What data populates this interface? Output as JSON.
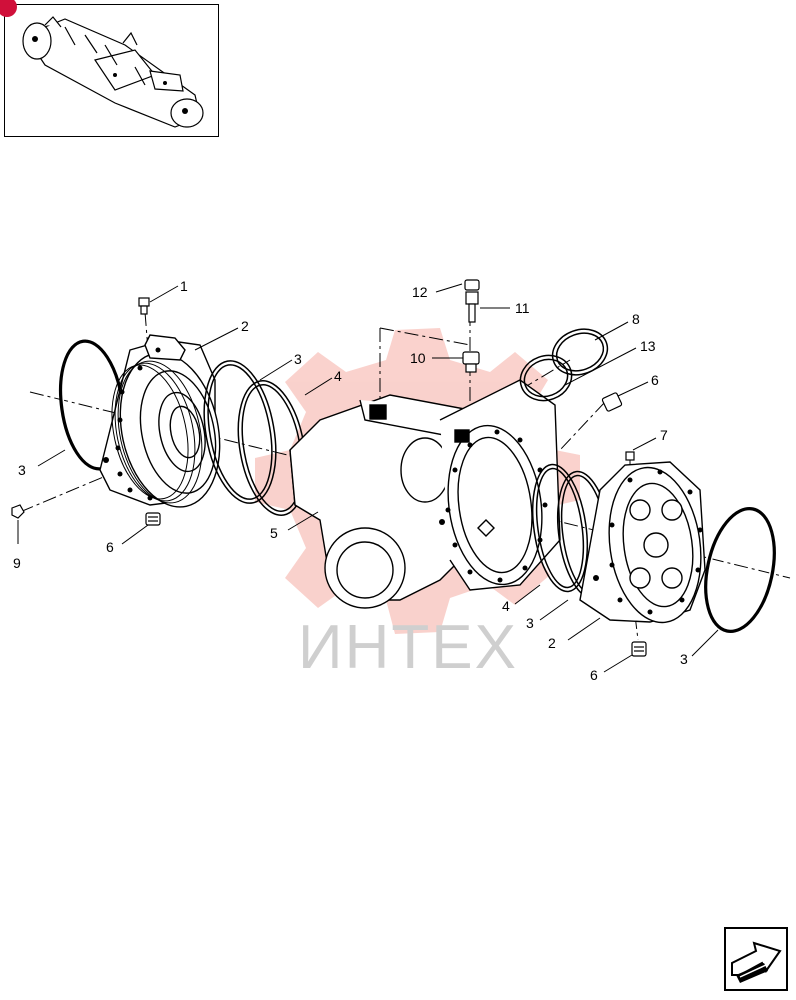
{
  "watermark": {
    "text": "ИНТЕХ",
    "color": "#e8341c"
  },
  "callouts": [
    {
      "id": "c1",
      "text": "1"
    },
    {
      "id": "c2a",
      "text": "2"
    },
    {
      "id": "c3a",
      "text": "3"
    },
    {
      "id": "c4a",
      "text": "4"
    },
    {
      "id": "c3b",
      "text": "3"
    },
    {
      "id": "c9",
      "text": "9"
    },
    {
      "id": "c6a",
      "text": "6"
    },
    {
      "id": "c5",
      "text": "5"
    },
    {
      "id": "c12",
      "text": "12"
    },
    {
      "id": "c11",
      "text": "11"
    },
    {
      "id": "c10",
      "text": "10"
    },
    {
      "id": "c8",
      "text": "8"
    },
    {
      "id": "c13",
      "text": "13"
    },
    {
      "id": "c6b",
      "text": "6"
    },
    {
      "id": "c7",
      "text": "7"
    },
    {
      "id": "c4b",
      "text": "4"
    },
    {
      "id": "c3c",
      "text": "3"
    },
    {
      "id": "c2b",
      "text": "2"
    },
    {
      "id": "c6c",
      "text": "6"
    },
    {
      "id": "c3d",
      "text": "3"
    }
  ],
  "icons": {
    "nav": "next-page-arrow-icon",
    "marker": "page-marker-icon"
  }
}
